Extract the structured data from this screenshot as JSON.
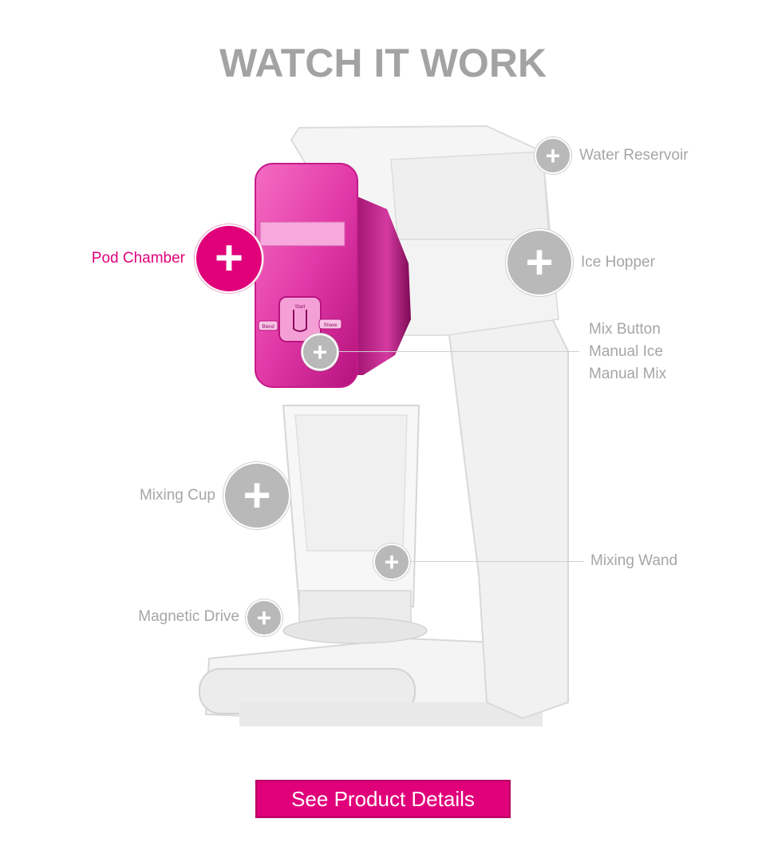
{
  "heading": "WATCH IT WORK",
  "hotspots": {
    "water_reservoir": "Water Reservoir",
    "pod_chamber": "Pod Chamber",
    "ice_hopper": "Ice Hopper",
    "mix_button": [
      "Mix Button",
      "Manual Ice",
      "Manual Mix"
    ],
    "mixing_cup": "Mixing Cup",
    "mixing_wand": "Mixing Wand",
    "magnetic_drive": "Magnetic Drive"
  },
  "pod_panel": {
    "start_label": "Start",
    "blend_label": "Blend",
    "shave_label": "Shave"
  },
  "cta_label": "See Product Details",
  "colors": {
    "accent": "#e0007a",
    "muted": "#a6a6a6",
    "hotspot": "#b9b9b9"
  }
}
